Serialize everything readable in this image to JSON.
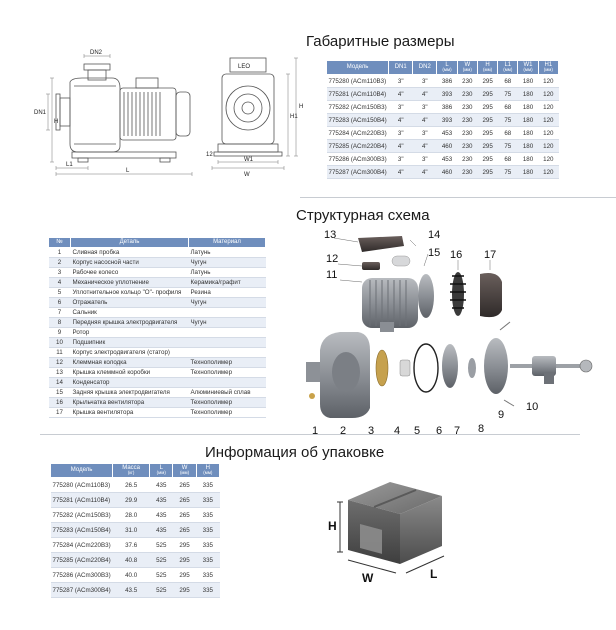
{
  "titles": {
    "dimensions": "Габаритные размеры",
    "structure": "Структурная схема",
    "packaging": "Информация об упаковке"
  },
  "dims_table": {
    "headers": [
      {
        "label": "Модель",
        "unit": ""
      },
      {
        "label": "DN1",
        "unit": ""
      },
      {
        "label": "DN2",
        "unit": ""
      },
      {
        "label": "L",
        "unit": "(мм)"
      },
      {
        "label": "W",
        "unit": "(мм)"
      },
      {
        "label": "H",
        "unit": "(мм)"
      },
      {
        "label": "L1",
        "unit": "(мм)"
      },
      {
        "label": "W1",
        "unit": "(мм)"
      },
      {
        "label": "H1",
        "unit": "(мм)"
      }
    ],
    "rows": [
      [
        "775280 (ACm110B3)",
        "3\"",
        "3\"",
        "386",
        "230",
        "295",
        "68",
        "180",
        "120"
      ],
      [
        "775281 (ACm110B4)",
        "4\"",
        "4\"",
        "393",
        "230",
        "295",
        "75",
        "180",
        "120"
      ],
      [
        "775282 (ACm150B3)",
        "3\"",
        "3\"",
        "386",
        "230",
        "295",
        "68",
        "180",
        "120"
      ],
      [
        "775283 (ACm150B4)",
        "4\"",
        "4\"",
        "393",
        "230",
        "295",
        "75",
        "180",
        "120"
      ],
      [
        "775284 (ACm220B3)",
        "3\"",
        "3\"",
        "453",
        "230",
        "295",
        "68",
        "180",
        "120"
      ],
      [
        "775285 (ACm220B4)",
        "4\"",
        "4\"",
        "460",
        "230",
        "295",
        "75",
        "180",
        "120"
      ],
      [
        "775286 (ACm300B3)",
        "3\"",
        "3\"",
        "453",
        "230",
        "295",
        "68",
        "180",
        "120"
      ],
      [
        "775287 (ACm300B4)",
        "4\"",
        "4\"",
        "460",
        "230",
        "295",
        "75",
        "180",
        "120"
      ]
    ]
  },
  "parts_table": {
    "headers": [
      "№",
      "Деталь",
      "Материал"
    ],
    "rows": [
      [
        "1",
        "Сливная пробка",
        "Латунь"
      ],
      [
        "2",
        "Корпус насосной части",
        "Чугун"
      ],
      [
        "3",
        "Рабочее колесо",
        "Латунь"
      ],
      [
        "4",
        "Механическое уплотнение",
        "Керамика/графит"
      ],
      [
        "5",
        "Уплотнительное кольцо \"O\"- профиля",
        "Резина"
      ],
      [
        "6",
        "Отражатель",
        "Чугун"
      ],
      [
        "7",
        "Сальник",
        ""
      ],
      [
        "8",
        "Передняя крышка электродвигателя",
        "Чугун"
      ],
      [
        "9",
        "Ротор",
        ""
      ],
      [
        "10",
        "Подшипник",
        ""
      ],
      [
        "11",
        "Корпус электродвигателя (статор)",
        ""
      ],
      [
        "12",
        "Клеммная колодка",
        "Технополимер"
      ],
      [
        "13",
        "Крышка клеммной коробки",
        "Технополимер"
      ],
      [
        "14",
        "Конденсатор",
        ""
      ],
      [
        "15",
        "Задняя крышка электродвигателя",
        "Алюминиевый сплав"
      ],
      [
        "16",
        "Крыльчатка вентилятора",
        "Технополимер"
      ],
      [
        "17",
        "Крышка вентилятора",
        "Технополимер"
      ]
    ]
  },
  "pack_table": {
    "headers": [
      {
        "label": "Модель",
        "unit": ""
      },
      {
        "label": "Масса",
        "unit": "(кг)"
      },
      {
        "label": "L",
        "unit": "(мм)"
      },
      {
        "label": "W",
        "unit": "(мм)"
      },
      {
        "label": "H",
        "unit": "(мм)"
      }
    ],
    "rows": [
      [
        "775280 (ACm110B3)",
        "26.5",
        "435",
        "265",
        "335"
      ],
      [
        "775281 (ACm110B4)",
        "29.9",
        "435",
        "265",
        "335"
      ],
      [
        "775282 (ACm150B3)",
        "28.0",
        "435",
        "265",
        "335"
      ],
      [
        "775283 (ACm150B4)",
        "31.0",
        "435",
        "265",
        "335"
      ],
      [
        "775284 (ACm220B3)",
        "37.6",
        "525",
        "295",
        "335"
      ],
      [
        "775285 (ACm220B4)",
        "40.8",
        "525",
        "295",
        "335"
      ],
      [
        "775286 (ACm300B3)",
        "40.0",
        "525",
        "295",
        "335"
      ],
      [
        "775287 (ACm300B4)",
        "43.5",
        "525",
        "295",
        "335"
      ]
    ]
  },
  "drawing_labels": {
    "dn2": "DN2",
    "dn1": "DN1",
    "h_left": "H",
    "l1": "L1",
    "l": "L",
    "logo": "LEO",
    "h1": "H1",
    "h_right": "H",
    "w1": "W1",
    "w": "W",
    "gap": "12"
  },
  "exploded_labels": [
    "1",
    "2",
    "3",
    "4",
    "5",
    "6",
    "7",
    "8",
    "9",
    "10",
    "11",
    "12",
    "13",
    "14",
    "15",
    "16",
    "17"
  ],
  "box_labels": {
    "h": "H",
    "w": "W",
    "l": "L"
  }
}
